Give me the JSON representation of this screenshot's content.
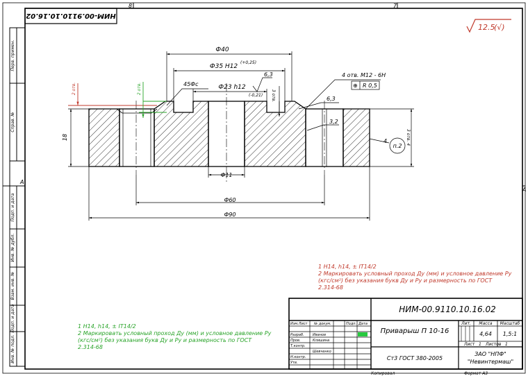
{
  "border": {
    "zone_top": [
      "8",
      "7"
    ],
    "zone_left": [
      "A"
    ],
    "zone_right": [
      "A"
    ],
    "top_code": "НИМ-00.9110.10.16.02",
    "side_left": [
      "Перв. примен.",
      "Справ. №",
      "Подп. и дата",
      "Инв. № дубл.",
      "Взам. инв. №",
      "Подп. и дата",
      "Инв. № подл."
    ]
  },
  "roughness": {
    "value": "12.5",
    "suffix": "(√)"
  },
  "dimensions": {
    "d40": "Ф40",
    "d35": "Ф35 Н12",
    "d35_tol": "(+0,25)",
    "d23": "Ф23 h12",
    "d23_tol": "(-0,21)",
    "chamfer": "45Фс",
    "rough63_top": "6,3",
    "depth": "3 отв.",
    "holes": "4 отв. М12 - 6Н",
    "position": "R 0,5",
    "rough63_right": "6,3",
    "rough32": "3,2",
    "height": "18",
    "thread_depth": "3 отв. 4",
    "d11": "Ф11",
    "d60": "Ф60",
    "d90": "Ф90",
    "red_dim": "2 отв.",
    "green_dim": "2 отв.",
    "leader_num": "4",
    "callout": "п.2"
  },
  "notes_red": [
    "1   Н14, h14, ± IT14/2",
    "2   Маркировать условный проход Ду (мм) и условное давление Ру",
    "     (кгс/см²) без указания букв Ду и Ру и размерность по ГОСТ",
    "     2.314-68"
  ],
  "notes_green": [
    "1   Н14, h14, ± IT14/2",
    "2   Маркировать условный проход Ду (мм) и условное давление Ру",
    "     (кгс/см²) без указания букв Ду и Ру и размерность по ГОСТ",
    "     2.314-68"
  ],
  "title_block": {
    "code": "НИМ-00.9110.10.16.02",
    "name": "Приварыш П 10-16",
    "material": "Ст3 ГОСТ 380-2005",
    "lit_label": "Лит.",
    "mass_label": "Масса",
    "scale_label": "Масштаб",
    "mass": "4,64",
    "scale": "1,5:1",
    "sheet_label": "Лист",
    "sheet": "1",
    "sheets_label": "Листов",
    "sheets": "1",
    "company": "ЗАО \"НПФ\"",
    "company2": "\"Невинтермаш\"",
    "rows": [
      "Изм.Лист",
      "Разраб.",
      "Пров.",
      "Т.контр.",
      "Н.контр.",
      "Утв."
    ],
    "col_docs": "№ докум.",
    "col_sign": "Подп.",
    "col_date": "Дата",
    "person1": "Иванов",
    "person2": "Клишина",
    "person3": "Шевченко",
    "copied": "Копировал",
    "format": "Формат А3"
  }
}
